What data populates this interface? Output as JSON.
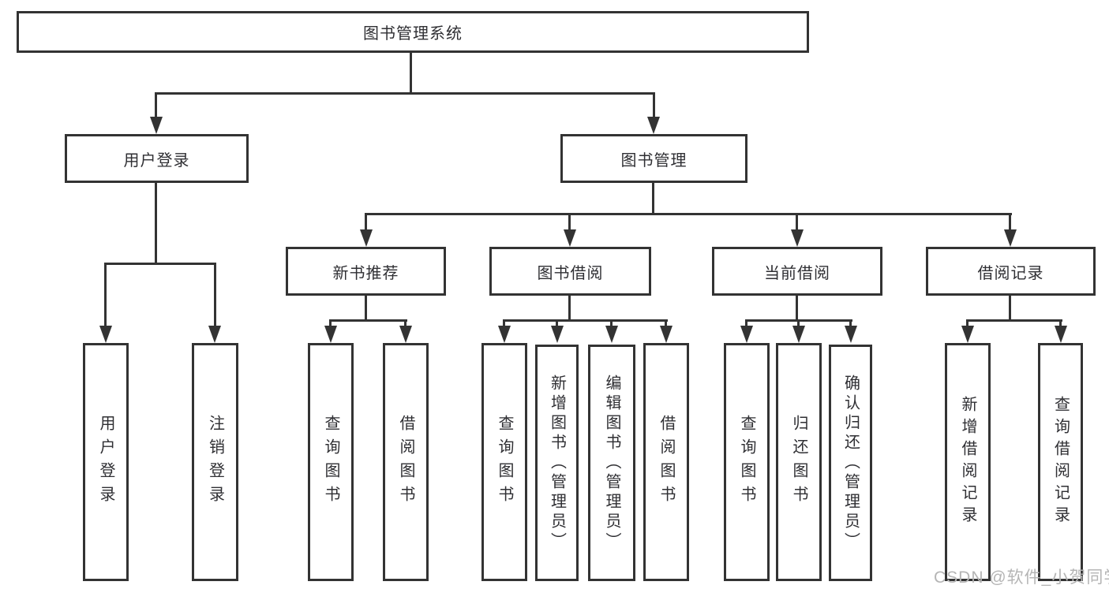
{
  "colors": {
    "line": "#333333",
    "box_border": "#333333",
    "text": "#2f2f33",
    "background": "#ffffff",
    "watermark": "#b5b5b5"
  },
  "watermark": {
    "text": "CSDN @软件_小贺同学"
  },
  "tree": {
    "root": {
      "label": "图书管理系统"
    },
    "children": [
      {
        "label": "用户登录",
        "children": [
          {
            "label": "用户登录"
          },
          {
            "label": "注销登录"
          }
        ]
      },
      {
        "label": "图书管理",
        "children": [
          {
            "label": "新书推荐",
            "children": [
              {
                "label": "查询图书"
              },
              {
                "label": "借阅图书"
              }
            ]
          },
          {
            "label": "图书借阅",
            "children": [
              {
                "label": "查询图书"
              },
              {
                "label": "新增图书（管理员）"
              },
              {
                "label": "编辑图书（管理员）"
              },
              {
                "label": "借阅图书"
              }
            ]
          },
          {
            "label": "当前借阅",
            "children": [
              {
                "label": "查询图书"
              },
              {
                "label": "归还图书"
              },
              {
                "label": "确认归还（管理员）"
              }
            ]
          },
          {
            "label": "借阅记录",
            "children": [
              {
                "label": "新增借阅记录"
              },
              {
                "label": "查询借阅记录"
              }
            ]
          }
        ]
      }
    ]
  }
}
